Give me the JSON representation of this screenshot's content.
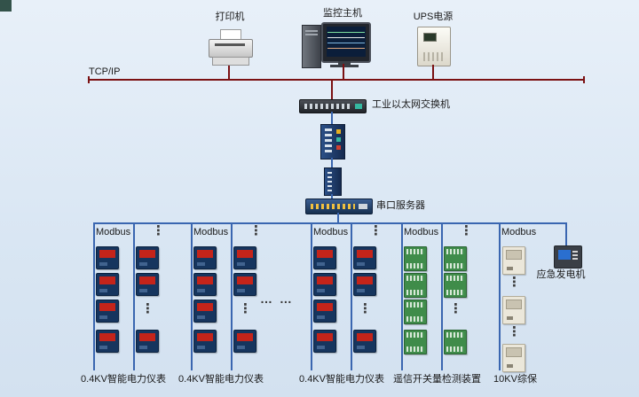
{
  "diagram": {
    "network": {
      "tcpip_label": "TCP/IP"
    },
    "top_devices": {
      "printer": "打印机",
      "host": "监控主机",
      "ups": "UPS电源"
    },
    "backbone": {
      "ethernet_switch": "工业以太网交换机",
      "serial_server": "串口服务器"
    },
    "groups": [
      {
        "bus": "Modbus",
        "label": "0.4KV智能电力仪表",
        "device_type": "power-meter"
      },
      {
        "bus": "Modbus",
        "label": "0.4KV智能电力仪表",
        "device_type": "power-meter"
      },
      {
        "bus": "Modbus",
        "label": "0.4KV智能电力仪表",
        "device_type": "power-meter"
      },
      {
        "bus": "Modbus",
        "label": "遥信开关量检测装置",
        "device_type": "io-module"
      },
      {
        "bus": "Modbus",
        "label": "10KV综保",
        "device_type": "protection-relay"
      }
    ],
    "generator_label": "应急发电机",
    "continuation": {
      "horizontal": "… …",
      "vertical": "⋮"
    },
    "colors": {
      "tcpip_line": "#7b1113",
      "modbus_line": "#3a66b0",
      "meter_body": "#16355e",
      "meter_display": "#c4241a",
      "io_module": "#3f8c4a",
      "relay_body": "#ebe7da",
      "background": "#dce8f4"
    }
  }
}
